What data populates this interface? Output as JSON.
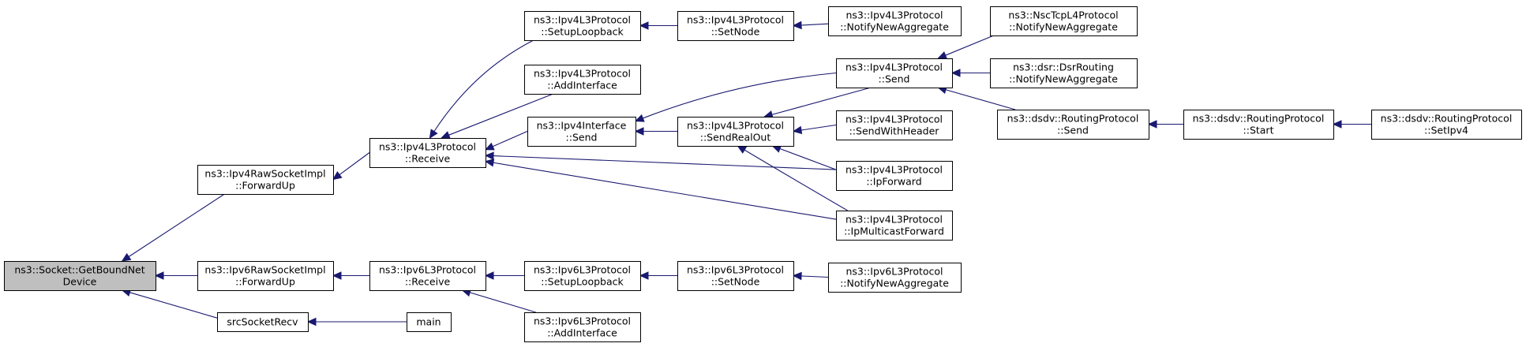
{
  "nodes": [
    {
      "id": "root",
      "lines": [
        "ns3::Socket::GetBoundNet",
        "Device"
      ],
      "root": true
    },
    {
      "id": "ipv4raw_fwd",
      "lines": [
        "ns3::Ipv4RawSocketImpl",
        "::ForwardUp"
      ]
    },
    {
      "id": "ipv6raw_fwd",
      "lines": [
        "ns3::Ipv6RawSocketImpl",
        "::ForwardUp"
      ]
    },
    {
      "id": "srcsocketrecv",
      "lines": [
        "srcSocketRecv"
      ]
    },
    {
      "id": "main",
      "lines": [
        "main"
      ]
    },
    {
      "id": "ipv4l3_receive",
      "lines": [
        "ns3::Ipv4L3Protocol",
        "::Receive"
      ]
    },
    {
      "id": "ipv6l3_receive",
      "lines": [
        "ns3::Ipv6L3Protocol",
        "::Receive"
      ]
    },
    {
      "id": "ipv4l3_setuploopback",
      "lines": [
        "ns3::Ipv4L3Protocol",
        "::SetupLoopback"
      ]
    },
    {
      "id": "ipv4l3_addinterface",
      "lines": [
        "ns3::Ipv4L3Protocol",
        "::AddInterface"
      ]
    },
    {
      "id": "ipv4iface_send",
      "lines": [
        "ns3::Ipv4Interface",
        "::Send"
      ]
    },
    {
      "id": "ipv6l3_setuploopback",
      "lines": [
        "ns3::Ipv6L3Protocol",
        "::SetupLoopback"
      ]
    },
    {
      "id": "ipv6l3_addinterface",
      "lines": [
        "ns3::Ipv6L3Protocol",
        "::AddInterface"
      ]
    },
    {
      "id": "ipv4l3_setnode",
      "lines": [
        "ns3::Ipv4L3Protocol",
        "::SetNode"
      ]
    },
    {
      "id": "ipv4l3_sendrealout",
      "lines": [
        "ns3::Ipv4L3Protocol",
        "::SendRealOut"
      ]
    },
    {
      "id": "ipv6l3_setnode",
      "lines": [
        "ns3::Ipv6L3Protocol",
        "::SetNode"
      ]
    },
    {
      "id": "ipv4l3_notify",
      "lines": [
        "ns3::Ipv4L3Protocol",
        "::NotifyNewAggregate"
      ]
    },
    {
      "id": "ipv4l3_send",
      "lines": [
        "ns3::Ipv4L3Protocol",
        "::Send"
      ]
    },
    {
      "id": "ipv4l3_sendwithheader",
      "lines": [
        "ns3::Ipv4L3Protocol",
        "::SendWithHeader"
      ]
    },
    {
      "id": "ipv4l3_ipforward",
      "lines": [
        "ns3::Ipv4L3Protocol",
        "::IpForward"
      ]
    },
    {
      "id": "ipv4l3_ipmulticastforward",
      "lines": [
        "ns3::Ipv4L3Protocol",
        "::IpMulticastForward"
      ]
    },
    {
      "id": "ipv6l3_notify",
      "lines": [
        "ns3::Ipv6L3Protocol",
        "::NotifyNewAggregate"
      ]
    },
    {
      "id": "nsctcp_notify",
      "lines": [
        "ns3::NscTcpL4Protocol",
        "::NotifyNewAggregate"
      ]
    },
    {
      "id": "dsr_notify",
      "lines": [
        "ns3::dsr::DsrRouting",
        "::NotifyNewAggregate"
      ]
    },
    {
      "id": "dsdv_send",
      "lines": [
        "ns3::dsdv::RoutingProtocol",
        "::Send"
      ]
    },
    {
      "id": "dsdv_start",
      "lines": [
        "ns3::dsdv::RoutingProtocol",
        "::Start"
      ]
    },
    {
      "id": "dsdv_setipv4",
      "lines": [
        "ns3::dsdv::RoutingProtocol",
        "::SetIpv4"
      ]
    }
  ],
  "edges": [
    {
      "from": "ipv4raw_fwd",
      "to": "root"
    },
    {
      "from": "ipv6raw_fwd",
      "to": "root"
    },
    {
      "from": "srcsocketrecv",
      "to": "root"
    },
    {
      "from": "ipv4l3_receive",
      "to": "ipv4raw_fwd"
    },
    {
      "from": "ipv6l3_receive",
      "to": "ipv6raw_fwd"
    },
    {
      "from": "main",
      "to": "srcsocketrecv"
    },
    {
      "from": "ipv4l3_setuploopback",
      "to": "ipv4l3_receive"
    },
    {
      "from": "ipv4l3_addinterface",
      "to": "ipv4l3_receive"
    },
    {
      "from": "ipv4iface_send",
      "to": "ipv4l3_receive"
    },
    {
      "from": "ipv4l3_ipforward",
      "to": "ipv4l3_receive"
    },
    {
      "from": "ipv4l3_ipmulticastforward",
      "to": "ipv4l3_receive"
    },
    {
      "from": "ipv6l3_setuploopback",
      "to": "ipv6l3_receive"
    },
    {
      "from": "ipv6l3_addinterface",
      "to": "ipv6l3_receive"
    },
    {
      "from": "ipv4l3_setnode",
      "to": "ipv4l3_setuploopback"
    },
    {
      "from": "ipv4l3_notify",
      "to": "ipv4l3_setnode"
    },
    {
      "from": "ipv4l3_send",
      "to": "ipv4iface_send"
    },
    {
      "from": "ipv4l3_sendrealout",
      "to": "ipv4iface_send"
    },
    {
      "from": "ipv4l3_send",
      "to": "ipv4l3_sendrealout"
    },
    {
      "from": "ipv4l3_sendwithheader",
      "to": "ipv4l3_sendrealout"
    },
    {
      "from": "ipv4l3_ipforward",
      "to": "ipv4l3_sendrealout"
    },
    {
      "from": "ipv4l3_ipmulticastforward",
      "to": "ipv4l3_sendrealout"
    },
    {
      "from": "ipv6l3_setnode",
      "to": "ipv6l3_setuploopback"
    },
    {
      "from": "ipv6l3_notify",
      "to": "ipv6l3_setnode"
    },
    {
      "from": "nsctcp_notify",
      "to": "ipv4l3_send"
    },
    {
      "from": "dsr_notify",
      "to": "ipv4l3_send"
    },
    {
      "from": "dsdv_send",
      "to": "ipv4l3_send"
    },
    {
      "from": "dsdv_start",
      "to": "dsdv_send"
    },
    {
      "from": "dsdv_setipv4",
      "to": "dsdv_start"
    }
  ]
}
